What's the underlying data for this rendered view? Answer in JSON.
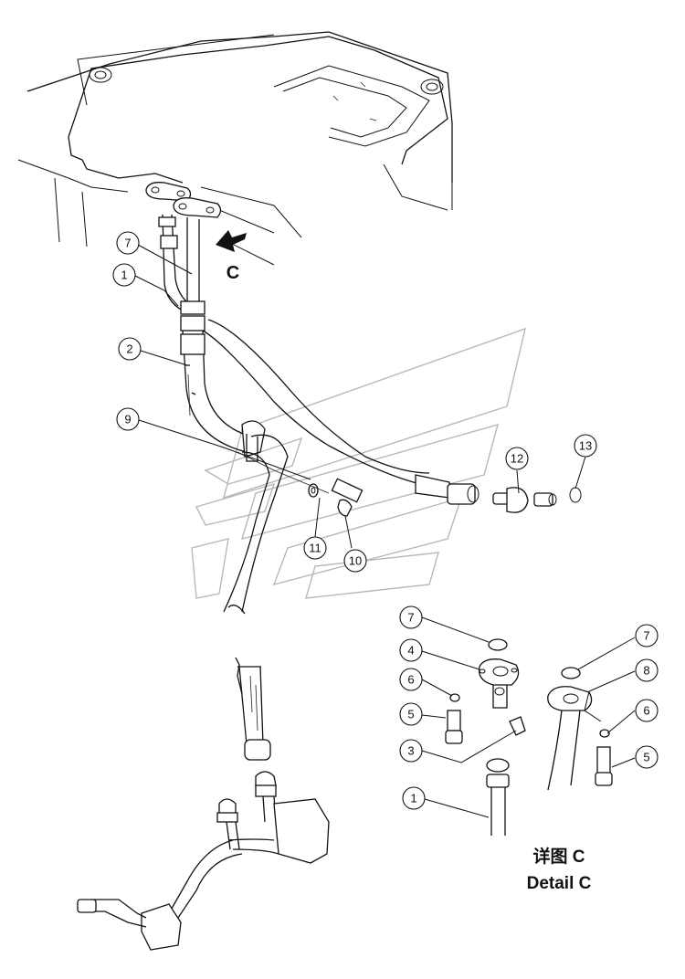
{
  "view_label": "C",
  "detail_title_cn": "详图 C",
  "detail_title_en": "Detail C",
  "callouts": {
    "c7_main": "7",
    "c1_main": "1",
    "c2": "2",
    "c9": "9",
    "c11": "11",
    "c10": "10",
    "c12": "12",
    "c13": "13",
    "d_left_7": "7",
    "d_left_4": "4",
    "d_left_6": "6",
    "d_left_5": "5",
    "d_left_3": "3",
    "d_left_1": "1",
    "d_right_7": "7",
    "d_right_8": "8",
    "d_right_6": "6",
    "d_right_5": "5"
  },
  "icons": [
    "view-arrow-icon"
  ]
}
